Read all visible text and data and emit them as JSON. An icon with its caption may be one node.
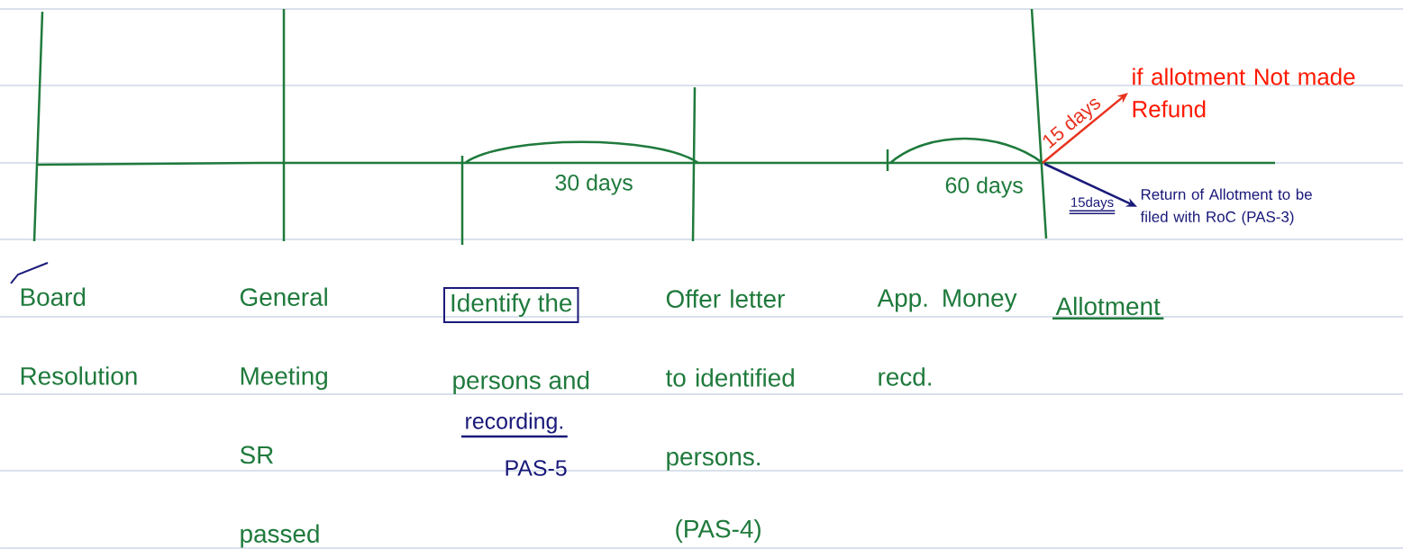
{
  "diagram": {
    "nodes": [
      {
        "text": [
          "Identify the"
        ]
      },
      {
        "text": [
          "if allotment Not made Refund"
        ]
      },
      {
        "text": [
          "Return of Allotment to be filed with RoC (PAS-3)"
        ]
      }
    ],
    "edges": [
      {
        "from": null,
        "to": 1,
        "arrow": "to",
        "label": "15 days",
        "color": "#e8321e"
      },
      {
        "from": null,
        "to": 2,
        "arrow": "to",
        "label": "15days",
        "color": "#1a1a7a"
      }
    ],
    "labels": [
      "30 days",
      "60 days",
      "Board Resolution",
      "General Meeting SR passed",
      "Offer letter to identified persons.",
      "App. Money recd.",
      "Allotment",
      "persons and",
      "recording.",
      "PAS-5",
      "(PAS-4)"
    ]
  }
}
